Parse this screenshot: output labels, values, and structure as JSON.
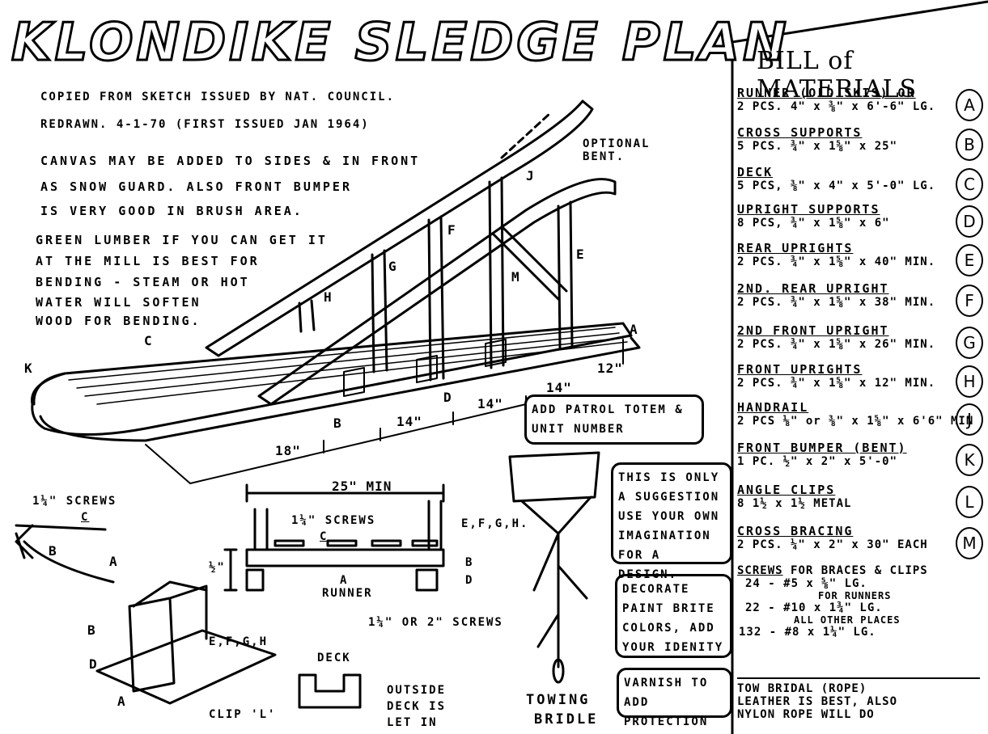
{
  "title": "KLONDIKE SLEDGE PLAN",
  "notes": {
    "copied": "COPIED FROM SKETCH ISSUED BY NAT. COUNCIL.",
    "redrawn": "REDRAWN. 4-1-70 (FIRST ISSUED JAN 1964)",
    "canvas_1": "CANVAS MAY BE ADDED TO SIDES & IN FRONT",
    "canvas_2": "AS SNOW GUARD. ALSO FRONT BUMPER",
    "canvas_3": "IS VERY GOOD IN BRUSH AREA.",
    "green_1": "GREEN LUMBER IF YOU CAN GET IT",
    "green_2": "AT THE MILL IS BEST FOR",
    "green_3": "BENDING - STEAM OR HOT",
    "green_4": "WATER WILL SOFTEN",
    "green_5": "WOOD FOR BENDING."
  },
  "labels": {
    "optional_bent": "OPTIONAL BENT.",
    "J": "J",
    "F": "F",
    "G": "G",
    "H": "H",
    "M": "M",
    "E": "E",
    "A": "A",
    "C": "C",
    "K": "K",
    "B": "B",
    "D": "D",
    "dim_18": "18\"",
    "dim_14a": "14\"",
    "dim_14b": "14\"",
    "dim_14c": "14\"",
    "dim_12": "12\""
  },
  "patrol_box": "ADD PATROL TOTEM & UNIT NUMBER",
  "cross_section": {
    "width": "25\" MIN",
    "screws": "1¼\" SCREWS",
    "c": "C",
    "efgh": "E,F,G,H.",
    "b": "B",
    "d": "D",
    "runner": "RUNNER",
    "a": "A",
    "dim_v": "½\"",
    "bottom_screws": "1¼\" OR 2\" SCREWS"
  },
  "left_detail": {
    "screws": "1¼\" SCREWS",
    "c": "C",
    "b": "B",
    "a": "A"
  },
  "joint_detail": {
    "b": "B",
    "d": "D",
    "a": "A",
    "efgh": "E,F,G,H",
    "clip": "CLIP 'L'"
  },
  "deck_detail": {
    "deck": "DECK",
    "outside": "OUTSIDE",
    "deck_is": "DECK IS",
    "let_in": "LET IN"
  },
  "bridle": {
    "towing": "TOWING",
    "bridle": "BRIDLE"
  },
  "boxes": {
    "suggestion": "THIS IS ONLY A SUGGESTION USE YOUR OWN IMAGINATION FOR A DESIGN.",
    "decorate": "DECORATE PAINT BRITE COLORS, ADD YOUR IDENITY",
    "varnish": "VARNISH TO ADD PROTECTION"
  },
  "bom": {
    "title": "BILL of MATERIALS",
    "items": [
      {
        "name": "RUNNER (OLD SKIS) OR",
        "spec": "2 PCS. 4\" x ⅜\" x 6'-6\" LG.",
        "letter": "A"
      },
      {
        "name": "CROSS SUPPORTS",
        "spec": "5 PCS. ¾\" x 1⅝\" x 25\"",
        "letter": "B"
      },
      {
        "name": "DECK",
        "spec": "5 PCS, ⅜\" x 4\" x 5'-0\" LG.",
        "letter": "C"
      },
      {
        "name": "UPRIGHT SUPPORTS",
        "spec": "8 PCS, ¾\" x 1⅝\" x 6\"",
        "letter": "D"
      },
      {
        "name": "REAR UPRIGHTS",
        "spec": "2 PCS. ¾\" x 1⅝\" x 40\" MIN.",
        "letter": "E"
      },
      {
        "name": "2ND. REAR UPRIGHT",
        "spec": "2 PCS. ¾\" x 1⅝\" x 38\" MIN.",
        "letter": "F"
      },
      {
        "name": "2ND FRONT UPRIGHT",
        "spec": "2 PCS. ¾\" x 1⅝\" x 26\" MIN.",
        "letter": "G"
      },
      {
        "name": "FRONT UPRIGHTS",
        "spec": "2 PCS. ¾\" x 1⅝\" x 12\" MIN.",
        "letter": "H"
      },
      {
        "name": "HANDRAIL",
        "spec": "2 PCS ⅛\" or ⅜\" x 1⅝\" x 6'6\" MIN",
        "letter": "J"
      },
      {
        "name": "FRONT BUMPER (BENT)",
        "spec": "1 PC. ½\" x 2\" x 5'-0\"",
        "letter": "K"
      },
      {
        "name": "ANGLE CLIPS",
        "spec": "8   1½ x 1½ METAL",
        "letter": "L"
      },
      {
        "name": "CROSS BRACING",
        "spec": "2 PCS. ¼\" x 2\" x 30\" EACH",
        "letter": "M"
      }
    ],
    "screws_title": "SCREWS",
    "screws_for_braces": "FOR BRACES & CLIPS",
    "screws_1": "24 - #5 x ⅝\" LG.",
    "screws_runners": "FOR RUNNERS",
    "screws_2": "22 - #10 x 1¾\" LG.",
    "screws_other": "ALL OTHER PLACES",
    "screws_3": "132 - #8 x 1¼\" LG.",
    "tow_1": "TOW BRIDAL (ROPE)",
    "tow_2": "LEATHER IS BEST, ALSO",
    "tow_3": "NYLON ROPE WILL DO"
  }
}
